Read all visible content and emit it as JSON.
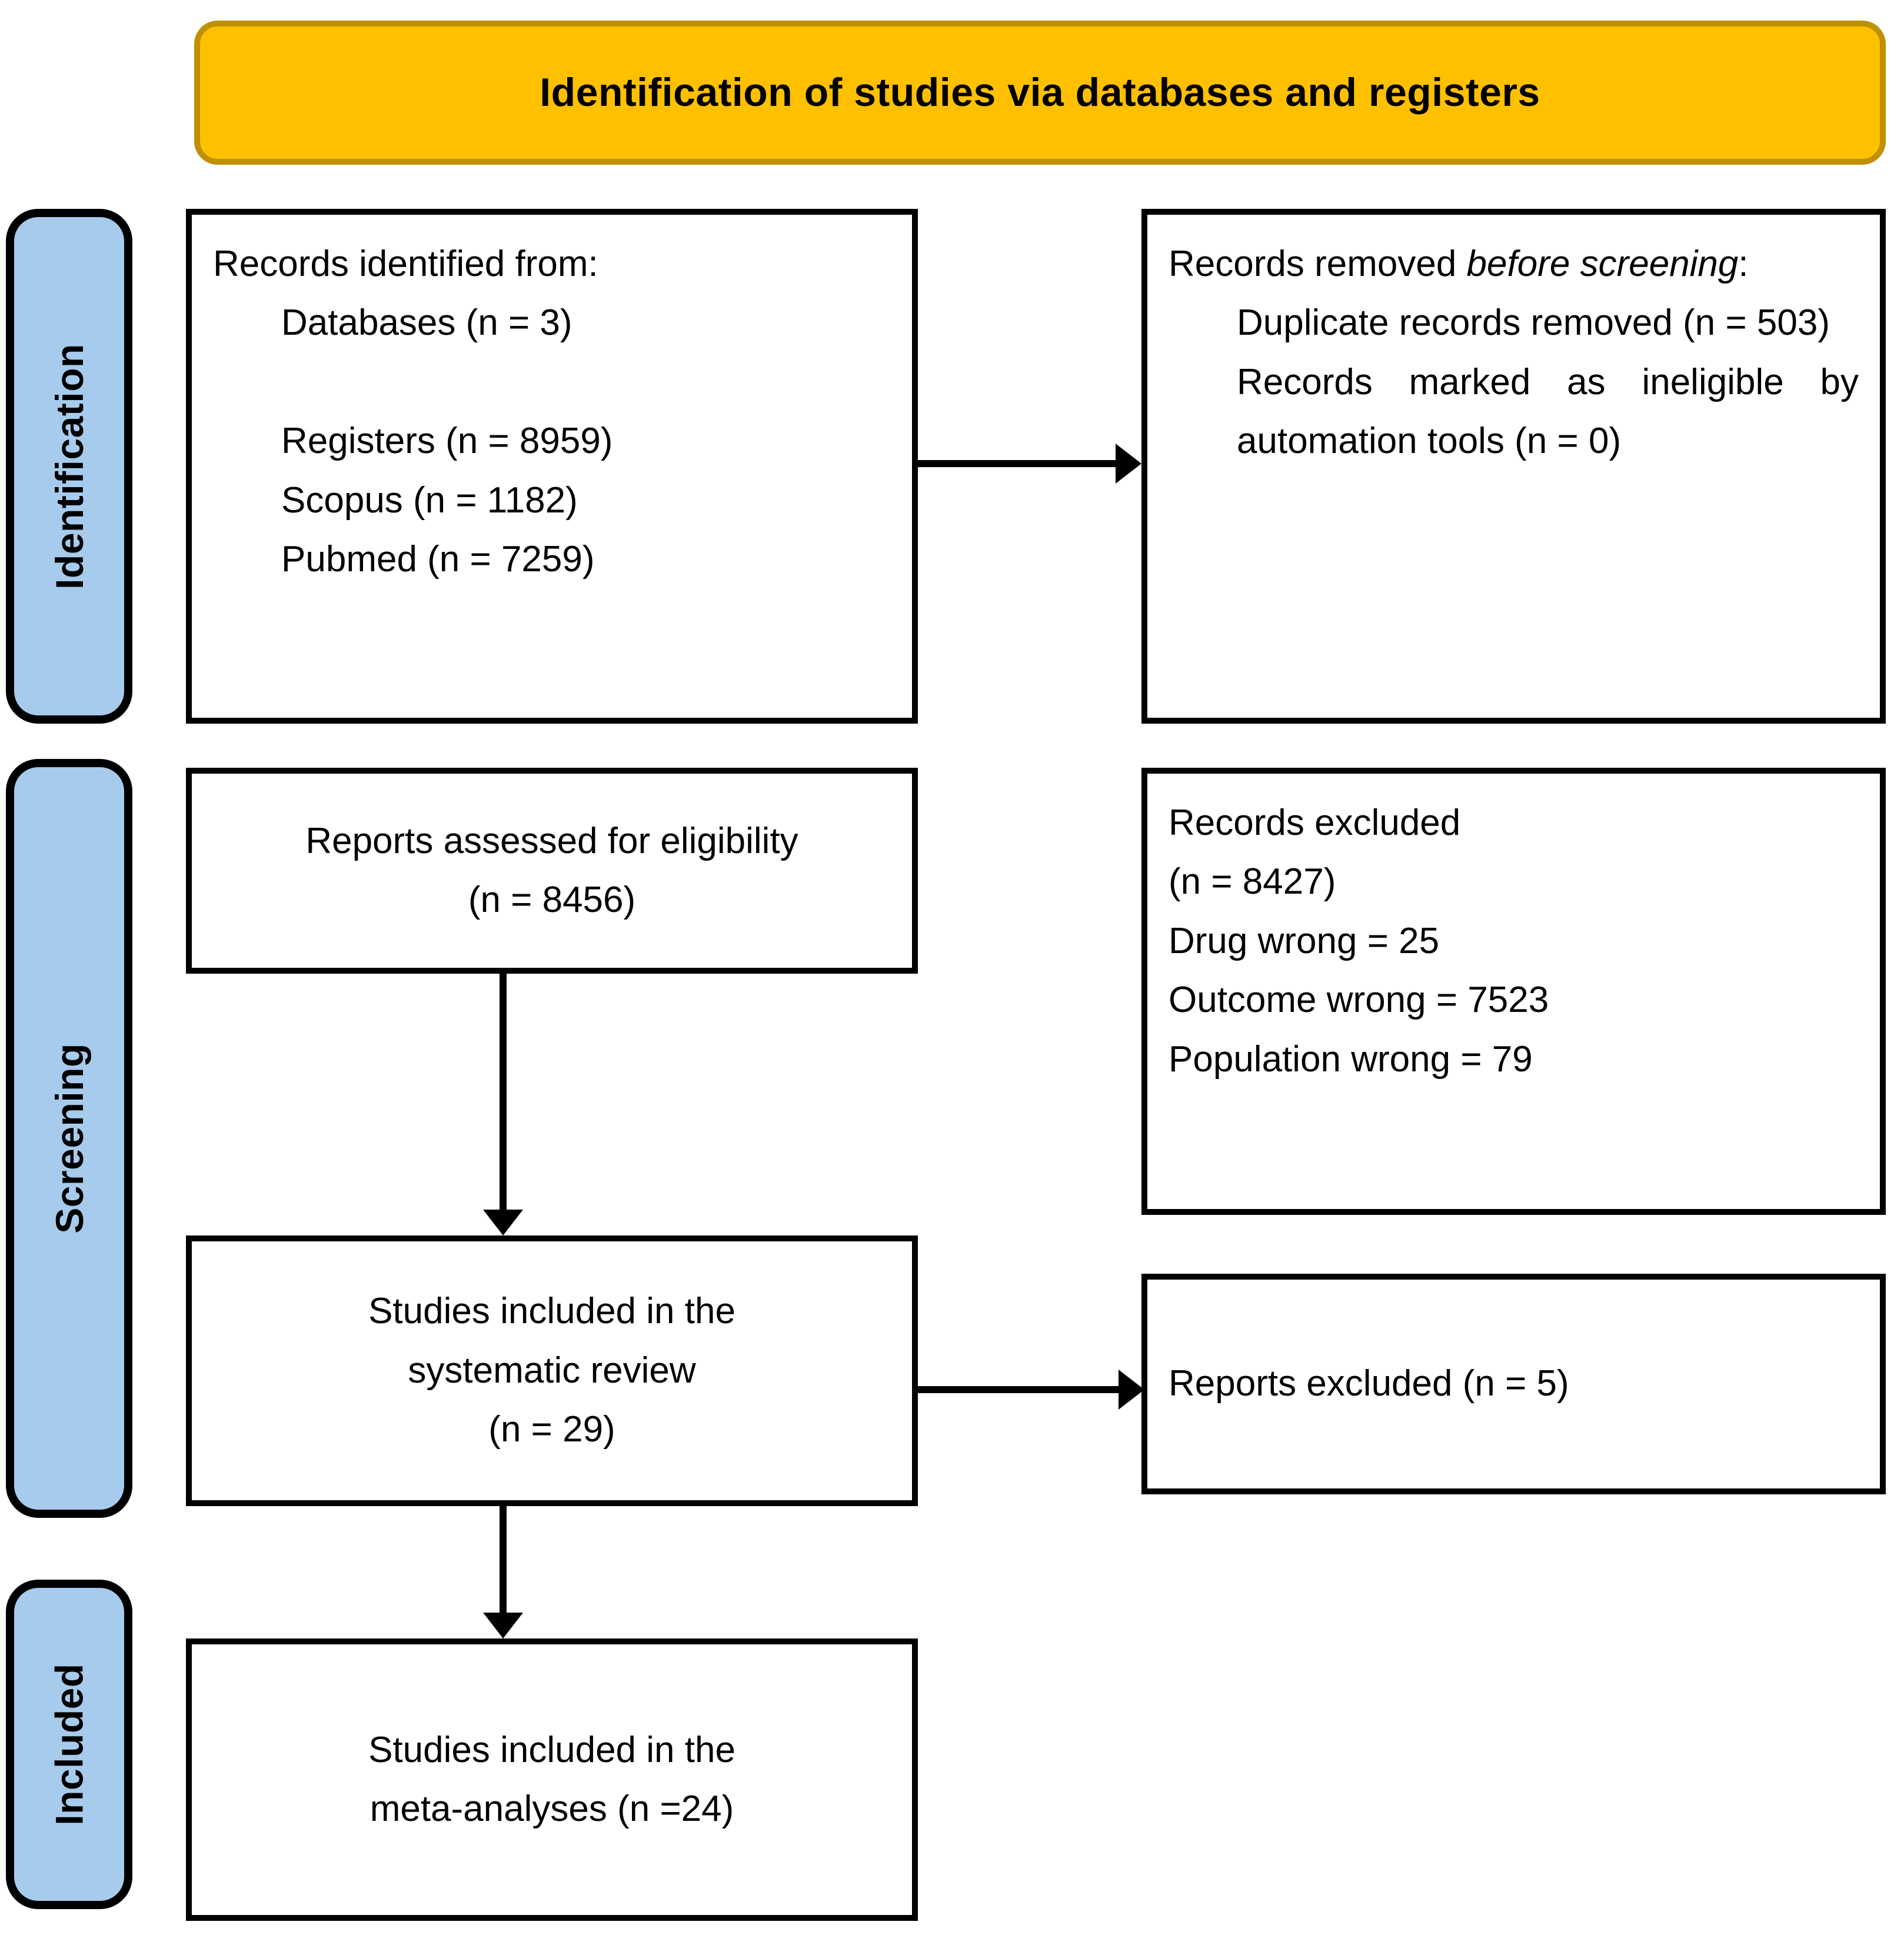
{
  "banner": {
    "title": "Identification of studies via databases and registers",
    "fill_color": "#FFC000",
    "border_color": "#BF9000"
  },
  "stages": {
    "fill_color": "#A7CBEC",
    "identification": "Identification",
    "screening": "Screening",
    "included": "Included"
  },
  "boxes": {
    "identified": {
      "heading": "Records identified from:",
      "databases": "Databases (n = 3)",
      "registers": "Registers (n = 8959)",
      "scopus": "Scopus (n = 1182)",
      "pubmed": "Pubmed (n = 7259)"
    },
    "removed_before_screening": {
      "heading_part1": "Records removed ",
      "heading_italic": "before screening",
      "heading_part2": ":",
      "duplicates": "Duplicate records removed (n = 503)",
      "ineligible": "Records marked as ineligible by automation tools (n = 0)"
    },
    "eligibility": {
      "line1": "Reports assessed for eligibility",
      "line2": "(n = 8456)"
    },
    "records_excluded": {
      "heading": "Records excluded",
      "total": "(n = 8427)",
      "drug": "Drug wrong = 25",
      "outcome": "Outcome wrong = 7523",
      "population": "Population wrong = 79"
    },
    "systematic_review": {
      "line1": "Studies included in the",
      "line2": "systematic review",
      "line3": "(n = 29)"
    },
    "reports_excluded": {
      "text": "Reports excluded (n = 5)"
    },
    "meta_analyses": {
      "line1": "Studies included in the",
      "line2": "meta-analyses (n =24)"
    }
  }
}
